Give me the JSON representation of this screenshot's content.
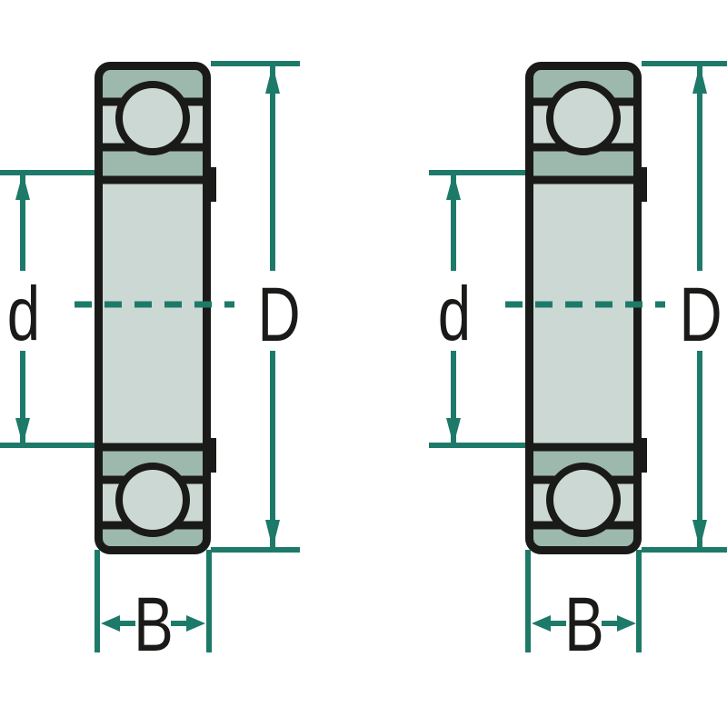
{
  "diagram": {
    "bearings": [
      {
        "labels": {
          "bore_diameter": "d",
          "outer_diameter": "D",
          "width": "B"
        }
      },
      {
        "labels": {
          "bore_diameter": "d",
          "outer_diameter": "D",
          "width": "B"
        }
      }
    ]
  },
  "colors": {
    "dimension": "#1e7a68",
    "outline": "#1a1a18",
    "ring_dark": "#9db8ad",
    "ring_light": "#ccd8d4",
    "background": "#ffffff"
  }
}
